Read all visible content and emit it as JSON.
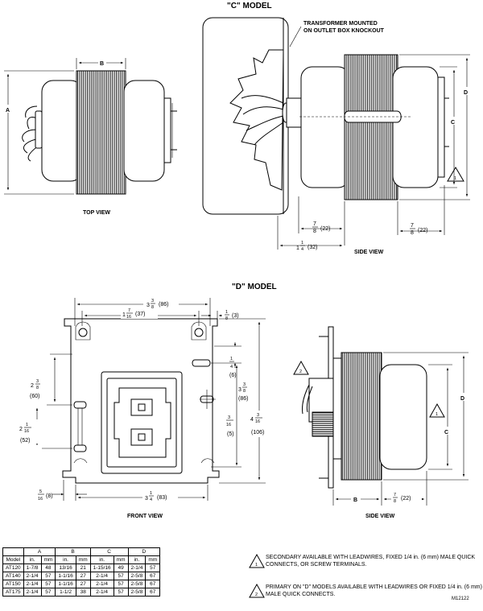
{
  "c_model": {
    "heading": "\"C\" MODEL",
    "mount_note_line1": "TRANSFORMER MOUNTED",
    "mount_note_line2": "ON OUTLET BOX KNOCKOUT",
    "top_view_label": "TOP VIEW",
    "side_view_label": "SIDE VIEW",
    "dim_a": "A",
    "dim_b": "B",
    "dim_c": "C",
    "dim_d": "D",
    "dim_7_8_left": "(22)",
    "dim_7_8_right": "(22)",
    "dim_1_1_4": "(32)",
    "note_mark": "1"
  },
  "d_model": {
    "heading": "\"D\" MODEL",
    "front_view_label": "FRONT VIEW",
    "side_view_label": "SIDE VIEW",
    "dim_3_3_8_mm": "(86)",
    "dim_1_7_16_mm": "(37)",
    "dim_1_8_mm": "(3)",
    "dim_1_4_mm": "(6)",
    "dim_3_3_8_right_mm": "(86)",
    "dim_3_16_mm": "(5)",
    "dim_4_3_16_mm": "(106)",
    "dim_2_3_8_mm": "(60)",
    "dim_2_1_16_mm": "(52)",
    "dim_5_16_mm": "(8)",
    "dim_3_1_4_mm": "(83)",
    "dim_7_8_mm": "(22)",
    "dim_b": "B",
    "dim_c": "C",
    "dim_d": "D",
    "note_mark_2": "2",
    "note_mark_1": "1"
  },
  "spec_table": {
    "groups": [
      "A",
      "B",
      "C",
      "D"
    ],
    "units": [
      "Model",
      "in.",
      "mm",
      "in.",
      "mm",
      "in.",
      "mm",
      "in.",
      "mm"
    ],
    "rows": [
      [
        "AT120",
        "1-7/8",
        "48",
        "13/16",
        "21",
        "1-15/16",
        "49",
        "2-1/4",
        "57"
      ],
      [
        "AT140",
        "2-1/4",
        "57",
        "1-1/16",
        "27",
        "2-1/4",
        "57",
        "2-5/8",
        "67"
      ],
      [
        "AT150",
        "2-1/4",
        "57",
        "1-1/16",
        "27",
        "2-1/4",
        "57",
        "2-5/8",
        "67"
      ],
      [
        "AT175",
        "2-1/4",
        "57",
        "1-1/2",
        "38",
        "2-1/4",
        "57",
        "2-5/8",
        "67"
      ]
    ]
  },
  "notes": [
    {
      "mark": "1",
      "text": "SECONDARY AVAILABLE WITH LEADWIRES, FIXED 1/4 in. (6 mm) MALE QUICK CONNECTS, OR SCREW TERMINALS."
    },
    {
      "mark": "2",
      "text": "PRIMARY ON \"D\" MODELS AVAILABLE WITH LEADWIRES OR FIXED 1/4 in. (6 mm) MALE QUICK CONNECTS."
    }
  ],
  "figure_code": "M12122"
}
